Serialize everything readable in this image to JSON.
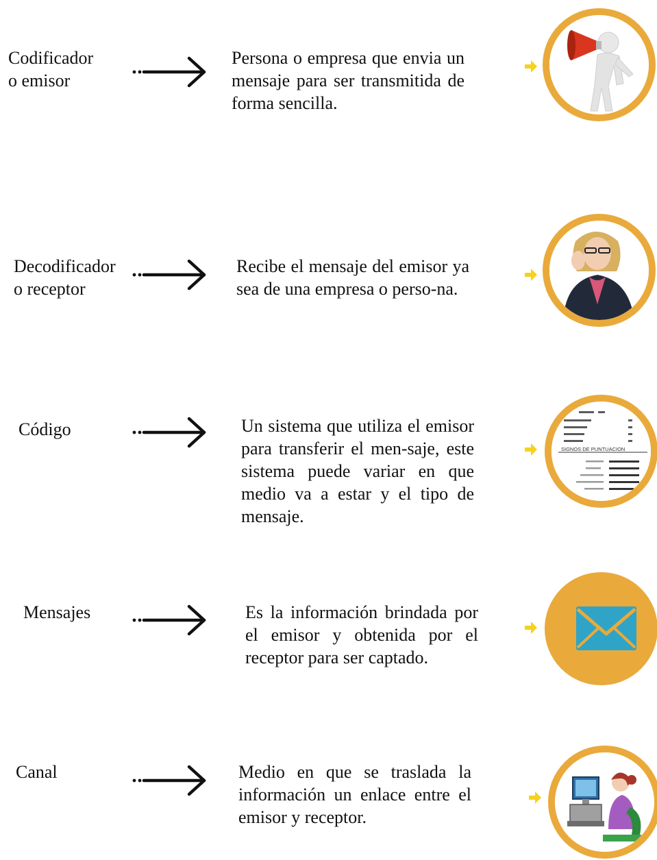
{
  "items": [
    {
      "term": "Codificador\no emisor",
      "description": "Persona o empresa que envia un mensaje para ser transmitida de forma sencilla.",
      "icon": "megaphone-person-icon"
    },
    {
      "term": "Decodificador\no receptor",
      "description": "Recibe el mensaje del emisor ya sea de una empresa o perso-na.",
      "icon": "listening-woman-icon"
    },
    {
      "term": "Código",
      "description": "Un sistema que utiliza el emisor para transferir el men-saje, este sistema puede variar en que medio va a estar y el tipo de mensaje.",
      "icon": "punctuation-signs-icon"
    },
    {
      "term": "Mensajes",
      "description": "Es la información brindada por el emisor y obtenida por el receptor para ser captado.",
      "icon": "envelope-icon"
    },
    {
      "term": "Canal",
      "description": "Medio en que se traslada la información un enlace entre el emisor y receptor.",
      "icon": "computer-user-icon"
    }
  ],
  "punctuation_card": {
    "heading": "SIGNOS DE PUNTUACION"
  },
  "colors": {
    "badge_ring": "#E9AA3B",
    "pointer": "#F5D21E",
    "envelope": "#2FA4C6",
    "text": "#111111"
  }
}
